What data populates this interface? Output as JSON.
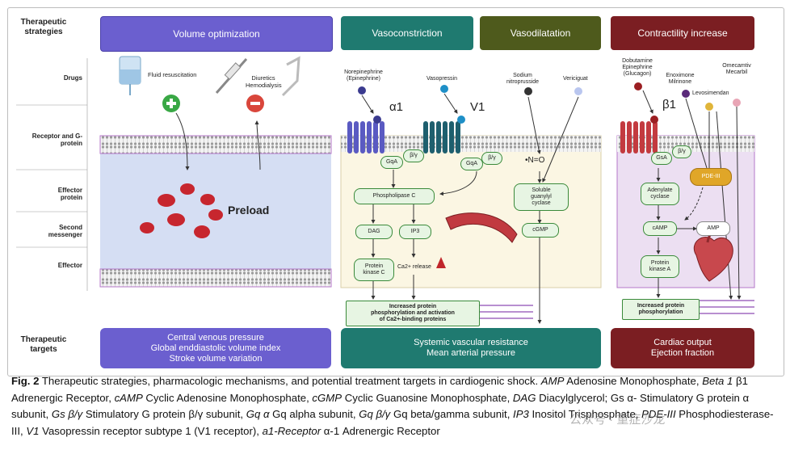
{
  "left_labels": {
    "therapeutic_strategies": [
      "Therapeutic",
      "strategies"
    ],
    "drugs": "Drugs",
    "receptor": [
      "Receptor and G-",
      "protein"
    ],
    "effector_protein": [
      "Effector",
      "protein"
    ],
    "second_messenger": [
      "Second",
      "messenger"
    ],
    "effector": "Effector",
    "therapeutic_targets": [
      "Therapeutic",
      "targets"
    ]
  },
  "banners": {
    "volume": "Volume optimization",
    "vasoconstriction": "Vasoconstriction",
    "vasodilatation": "Vasodilatation",
    "contractility": "Contractility increase"
  },
  "volume_panel": {
    "fluid": "Fluid resuscitation",
    "diuretics": [
      "Diuretics",
      "Hemodialysis"
    ],
    "preload": "Preload"
  },
  "vaso_panel": {
    "norepinephrine": [
      "Norepinephrine",
      "(Epinephrine)"
    ],
    "vasopressin": "Vasopressin",
    "alpha1": "α1",
    "v1": "V1",
    "sodium": [
      "Sodium",
      "nitroprusside"
    ],
    "vericiguat": "Vericiguat",
    "gqa": "GqA",
    "by": "β/γ",
    "gqa2": "GqA",
    "by2": "β/γ",
    "no": "•N=O",
    "plc": "Phospholipase C",
    "sgc": [
      "Soluble",
      "guanylyl",
      "cyclase"
    ],
    "dag": "DAG",
    "ip3": "IP3",
    "cgmp": "cGMP",
    "pkc": [
      "Protein",
      "kinase C"
    ],
    "ca_release": "Ca2+ release",
    "increased": [
      "Increased protein",
      "phosphorylation and activation",
      "of Ca2+-binding proteins"
    ]
  },
  "contract_panel": {
    "dobutamine": [
      "Dobutamine",
      "Epinephrine",
      "(Glucagon)"
    ],
    "enoximone": [
      "Enoximone",
      "Milrinone"
    ],
    "levosimendan": "Levosimendan",
    "omecamtiv": [
      "Omecamtiv",
      "Mecarbil"
    ],
    "b1": "β1",
    "gsa": "GsA",
    "by": "β/γ",
    "pde": "PDE-III",
    "adenylate": [
      "Adenylate",
      "cyclase"
    ],
    "camp": "cAMP",
    "amp": "AMP",
    "pka": [
      "Protein",
      "kinase A"
    ],
    "increased": [
      "Increased protein",
      "phosphorylation"
    ]
  },
  "targets": {
    "volume": [
      "Central venous pressure",
      "Global enddiastolic volume index",
      "Stroke volume variation"
    ],
    "vascular": [
      "Systemic vascular resistance",
      "Mean arterial pressure"
    ],
    "cardiac": [
      "Cardiac output",
      "Ejection fraction"
    ]
  },
  "caption": {
    "fig": "Fig. 2",
    "text1": " Therapeutic strategies, pharmacologic mechanisms, and potential treatment targets in cardiogenic shock. ",
    "amp_k": "AMP",
    "amp_v": " Adenosine Monophosphate, ",
    "beta_k": "Beta 1",
    "beta_v": " β1 Adrenergic Receptor, ",
    "camp_k": "cAMP",
    "camp_v": " Cyclic Adenosine Monophosphate, ",
    "cgmp_k": "cGMP",
    "cgmp_v": " Cyclic Guanosine Monophosphate, ",
    "dag_k": "DAG",
    "dag_v": " Diacylglycerol; Gs α- Stimulatory G protein α subunit, ",
    "gsby_k": "Gs β/γ",
    "gsby_v": " Stimulatory G protein β/γ subunit, ",
    "gqa_k": "Gq α",
    "gqa_v": " Gq alpha subunit, ",
    "gqby_k": "Gq β/γ",
    "gqby_v": " Gq beta/gamma subunit, ",
    "ip3_k": "IP3",
    "ip3_v": " Inositol Trisphosphate, ",
    "pde_k": "PDE-III",
    "pde_v": " Phosphodiesterase-III, ",
    "v1_k": "V1",
    "v1_v": " Vasopressin receptor subtype 1 (V1 receptor), ",
    "a1_k": "a1-Receptor",
    "a1_v": " α-1 Adrenergic Receptor"
  },
  "watermark": "公众号 · 重症沙龙",
  "colors": {
    "volume": "#6b5fcf",
    "vaso": "#1f7a70",
    "vasodil": "#4e5a1c",
    "contract": "#7b1e22",
    "green_box": "#e7f5e3"
  }
}
